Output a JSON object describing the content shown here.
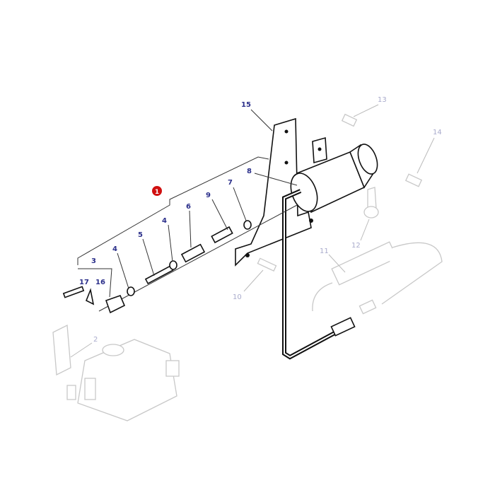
{
  "diagram": {
    "highlight_color": "#d01010",
    "label_color": "#2b2f8a",
    "secondary_label_color": "#a9abcc",
    "main_callout": "1",
    "callouts": [
      "15",
      "13",
      "14",
      "8",
      "7",
      "9",
      "6",
      "4",
      "5",
      "4",
      "3",
      "17",
      "16",
      "2",
      "10",
      "11",
      "12"
    ]
  }
}
